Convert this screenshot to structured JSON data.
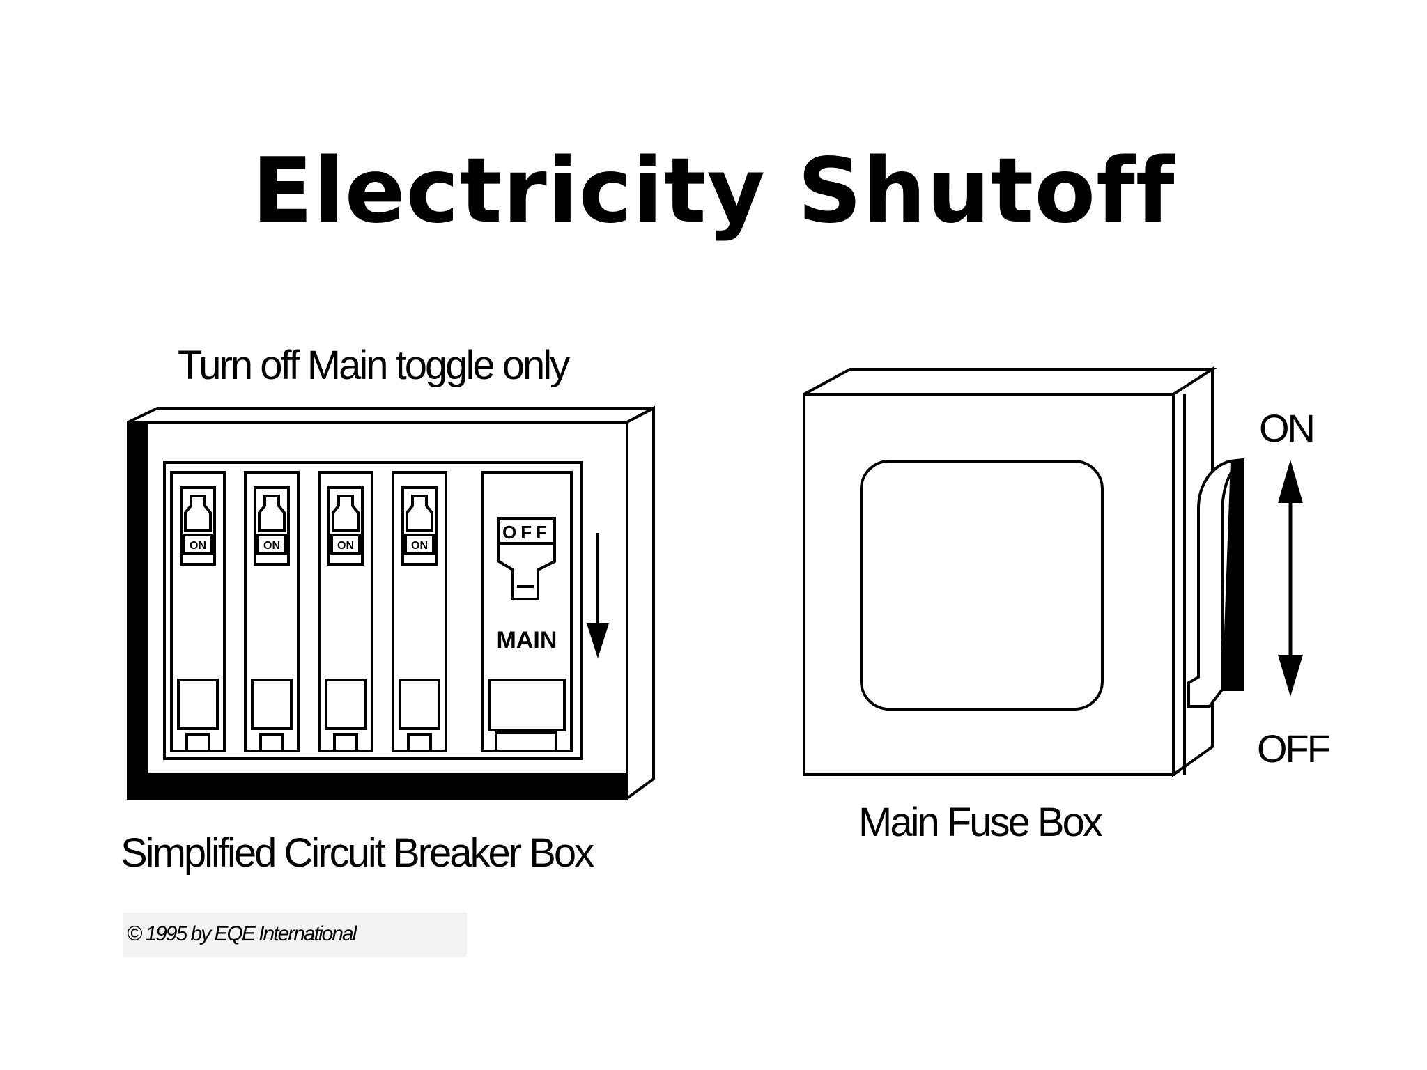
{
  "slide": {
    "title": "Electricity Shutoff"
  },
  "breaker_box": {
    "instruction": "Turn off Main toggle only",
    "caption": "Simplified Circuit Breaker Box",
    "breakers": [
      {
        "state": "ON"
      },
      {
        "state": "ON"
      },
      {
        "state": "ON"
      },
      {
        "state": "ON"
      }
    ],
    "main_switch": {
      "state": "OFF",
      "label": "MAIN"
    }
  },
  "fuse_box": {
    "caption": "Main Fuse Box",
    "on_label": "ON",
    "off_label": "OFF"
  },
  "copyright": "© 1995 by EQE International"
}
